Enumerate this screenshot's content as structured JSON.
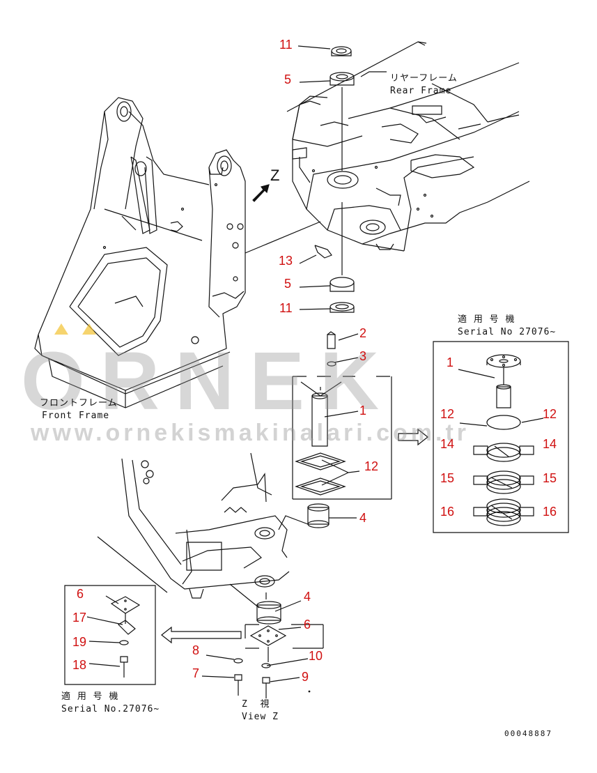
{
  "labels": {
    "rear_frame_jp": "リヤーフレーム",
    "rear_frame_en": "Rear Frame",
    "front_frame_jp": "フロントフレーム",
    "front_frame_en": "Front Frame",
    "view_letter": "Z",
    "serial_jp_top": "適 用 号 機",
    "serial_en_top": "Serial No 27076~",
    "serial_jp_bottom": "適 用 号 機",
    "serial_en_bottom": "Serial No.27076~",
    "view_jp": "Z  視",
    "view_en": "View Z",
    "drawing_code": "00048887"
  },
  "watermark": {
    "brand": "ORNEK",
    "url": "www.ornekismakinalari.com.tr",
    "brand_color": "#f2c230"
  },
  "callouts": {
    "c11_top": "11",
    "c5_top": "5",
    "c13": "13",
    "c5_mid": "5",
    "c11_mid": "11",
    "c2": "2",
    "c3": "3",
    "c1_mid": "1",
    "c12_mid": "12",
    "c4_mid": "4",
    "c1_right": "1",
    "c12_right_l": "12",
    "c12_right_r": "12",
    "c14_l": "14",
    "c14_r": "14",
    "c15_l": "15",
    "c15_r": "15",
    "c16_l": "16",
    "c16_r": "16",
    "c4_low": "4",
    "c6_low": "6",
    "c10": "10",
    "c8": "8",
    "c7": "7",
    "c9": "9",
    "c6_box": "6",
    "c17": "17",
    "c19": "19",
    "c18": "18"
  },
  "colors": {
    "callout": "#d01010",
    "line": "#111111"
  }
}
